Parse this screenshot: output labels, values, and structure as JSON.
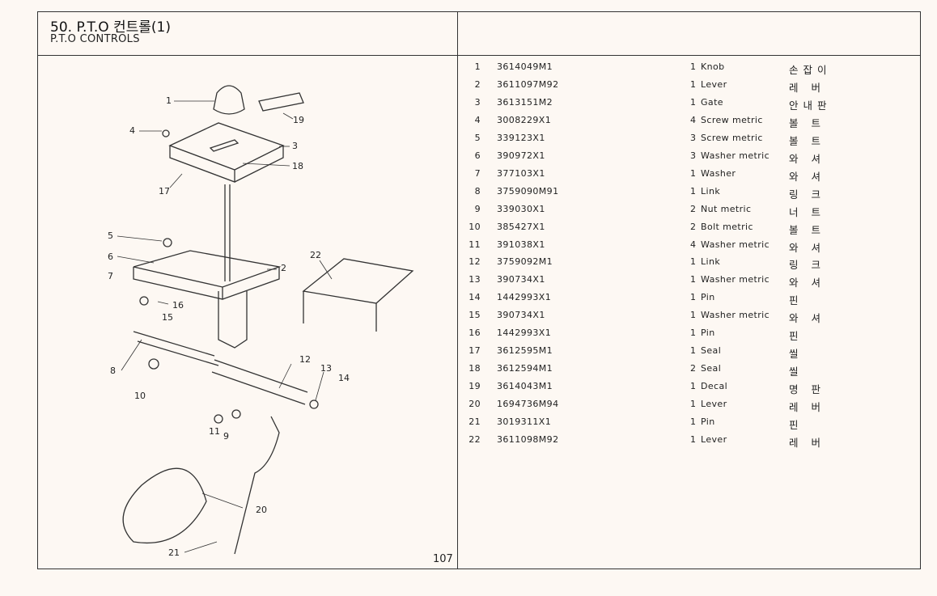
{
  "header": {
    "title": "50. P.T.O 컨트롤(1)",
    "subtitle": "P.T.O CONTROLS"
  },
  "page_number": "107",
  "parts": [
    {
      "no": "1",
      "part": "3614049M1",
      "qty": "1",
      "desc": "Knob",
      "kr": "손잡이"
    },
    {
      "no": "2",
      "part": "3611097M92",
      "qty": "1",
      "desc": "Lever",
      "kr": "레 버"
    },
    {
      "no": "3",
      "part": "3613151M2",
      "qty": "1",
      "desc": "Gate",
      "kr": "안내판"
    },
    {
      "no": "4",
      "part": "3008229X1",
      "qty": "4",
      "desc": "Screw metric",
      "kr": "볼 트"
    },
    {
      "no": "5",
      "part": "339123X1",
      "qty": "3",
      "desc": "Screw metric",
      "kr": "볼 트"
    },
    {
      "no": "6",
      "part": "390972X1",
      "qty": "3",
      "desc": "Washer metric",
      "kr": "와 셔"
    },
    {
      "no": "7",
      "part": "377103X1",
      "qty": "1",
      "desc": "Washer",
      "kr": "와 셔"
    },
    {
      "no": "8",
      "part": "3759090M91",
      "qty": "1",
      "desc": "Link",
      "kr": "링 크"
    },
    {
      "no": "9",
      "part": "339030X1",
      "qty": "2",
      "desc": "Nut metric",
      "kr": "너 트"
    },
    {
      "no": "10",
      "part": "385427X1",
      "qty": "2",
      "desc": "Bolt metric",
      "kr": "볼 트"
    },
    {
      "no": "11",
      "part": "391038X1",
      "qty": "4",
      "desc": "Washer metric",
      "kr": "와 셔"
    },
    {
      "no": "12",
      "part": "3759092M1",
      "qty": "1",
      "desc": "Link",
      "kr": "링 크"
    },
    {
      "no": "13",
      "part": "390734X1",
      "qty": "1",
      "desc": "Washer metric",
      "kr": "와 셔"
    },
    {
      "no": "14",
      "part": "1442993X1",
      "qty": "1",
      "desc": "Pin",
      "kr": "핀"
    },
    {
      "no": "15",
      "part": "390734X1",
      "qty": "1",
      "desc": "Washer metric",
      "kr": "와 셔"
    },
    {
      "no": "16",
      "part": "1442993X1",
      "qty": "1",
      "desc": "Pin",
      "kr": "핀"
    },
    {
      "no": "17",
      "part": "3612595M1",
      "qty": "1",
      "desc": "Seal",
      "kr": "씰"
    },
    {
      "no": "18",
      "part": "3612594M1",
      "qty": "2",
      "desc": "Seal",
      "kr": "씰"
    },
    {
      "no": "19",
      "part": "3614043M1",
      "qty": "1",
      "desc": "Decal",
      "kr": "명 판"
    },
    {
      "no": "20",
      "part": "1694736M94",
      "qty": "1",
      "desc": "Lever",
      "kr": "레 버"
    },
    {
      "no": "21",
      "part": "3019311X1",
      "qty": "1",
      "desc": "Pin",
      "kr": "핀"
    },
    {
      "no": "22",
      "part": "3611098M92",
      "qty": "1",
      "desc": "Lever",
      "kr": "레 버"
    }
  ],
  "callouts": [
    "1",
    "2",
    "3",
    "4",
    "5",
    "6",
    "7",
    "8",
    "9",
    "10",
    "11",
    "12",
    "13",
    "14",
    "15",
    "16",
    "17",
    "18",
    "19",
    "20",
    "21",
    "22"
  ]
}
